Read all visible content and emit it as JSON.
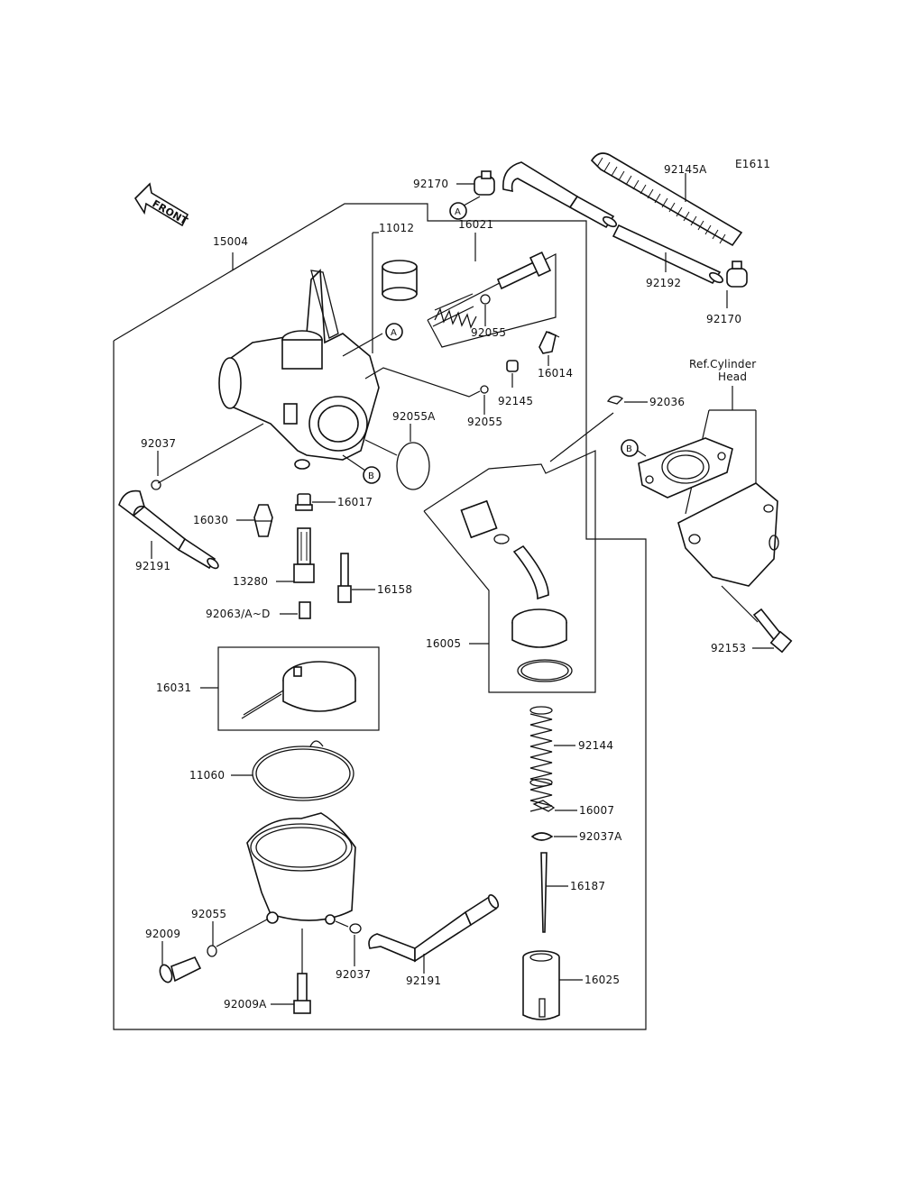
{
  "diagram_id": "E1611",
  "front_label": "FRONT",
  "ref_label_line1": "Ref.Cylinder",
  "ref_label_line2": "Head",
  "markers": {
    "a": "A",
    "b": "B"
  },
  "parts": {
    "p15004": "15004",
    "p11012": "11012",
    "p16021": "16021",
    "p92055_a": "92055",
    "p16014": "16014",
    "p92145": "92145",
    "p92055_b": "92055",
    "p92055A": "92055A",
    "p92037_a": "92037",
    "p16017": "16017",
    "p16030": "16030",
    "p92191_a": "92191",
    "p13280": "13280",
    "p16158": "16158",
    "p92063": "92063/A~D",
    "p16031": "16031",
    "p11060": "11060",
    "p92055_c": "92055",
    "p92009": "92009",
    "p92037_b": "92037",
    "p92191_b": "92191",
    "p92009A": "92009A",
    "p92170_a": "92170",
    "p92145A": "92145A",
    "p92192": "92192",
    "p92170_b": "92170",
    "p92036": "92036",
    "p16005": "16005",
    "p92144": "92144",
    "p16007": "16007",
    "p92037A": "92037A",
    "p16187": "16187",
    "p16025": "16025",
    "p92153": "92153"
  }
}
